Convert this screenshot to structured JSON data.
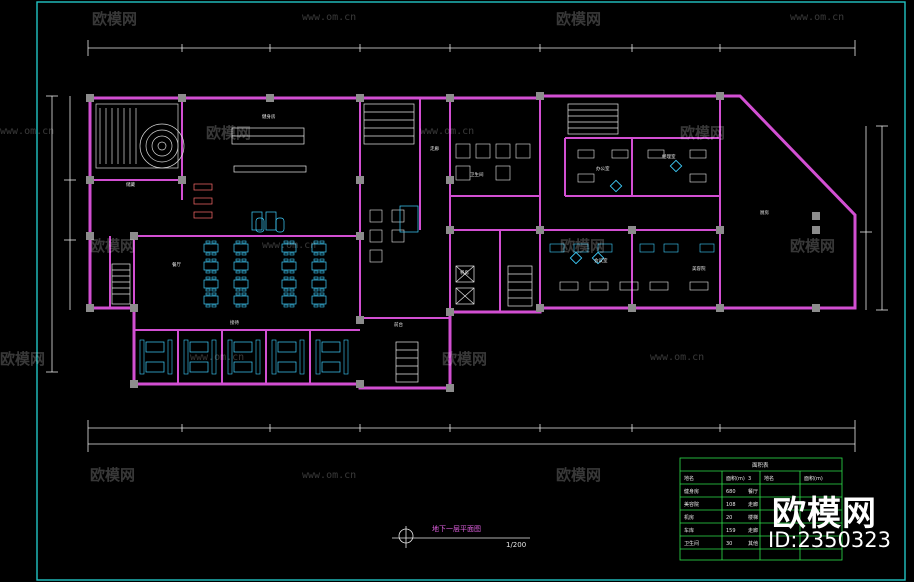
{
  "colors": {
    "background": "#000000",
    "frame": "#21c4c4",
    "wall": "#d24fd2",
    "furniture": "#3fd0ff",
    "dimension": "#e8e8e8",
    "text": "#ffffff",
    "title_label": "#e060e0",
    "table_line": "#2ee04a"
  },
  "watermark": {
    "brand": "欧模网",
    "url": "www.om.cn"
  },
  "plan": {
    "title": "地下一层平面图",
    "scale": "1/200"
  },
  "legend_table": {
    "header": "面积表",
    "rows": [
      [
        "地名",
        "面积(m)",
        "3",
        "地名",
        "面积(m)"
      ],
      [
        "健身房",
        "680",
        "餐厅",
        ""
      ],
      [
        "美容院",
        "108",
        "走廊",
        ""
      ],
      [
        "机房",
        "20",
        "楼梯",
        ""
      ],
      [
        "车库",
        "159",
        "走廊",
        ""
      ],
      [
        "卫生间",
        "30",
        "其他",
        ""
      ]
    ]
  },
  "brand_badge": {
    "name": "欧模网",
    "id_text": "ID:2350323"
  },
  "room_labels": [
    "健身房",
    "储藏",
    "走廊",
    "办公室",
    "经理室",
    "卫生间",
    "机房",
    "餐厅",
    "接待",
    "前台",
    "厨房",
    "会议室",
    "美容院"
  ]
}
